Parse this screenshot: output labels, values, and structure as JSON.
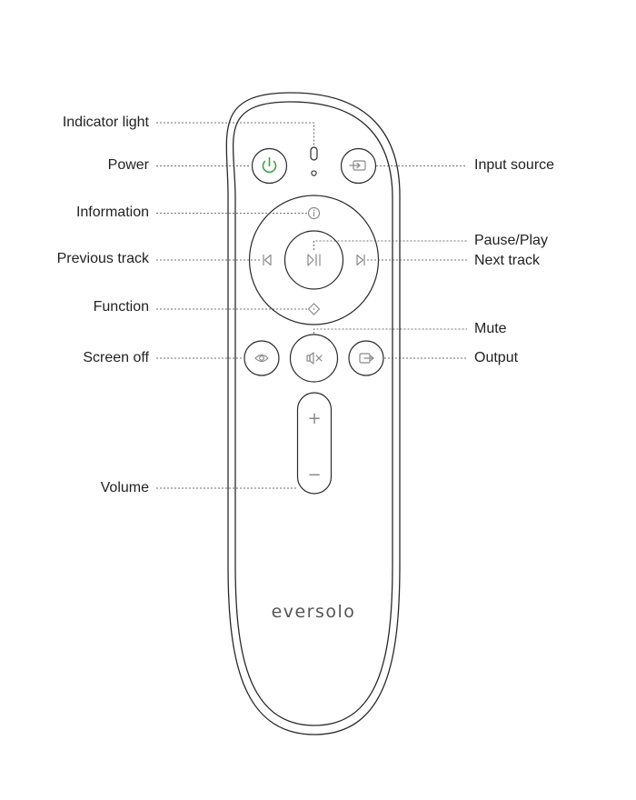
{
  "labels": {
    "indicator_light": "Indicator light",
    "power": "Power",
    "information": "Information",
    "previous_track": "Previous track",
    "function": "Function",
    "screen_off": "Screen off",
    "volume": "Volume",
    "input_source": "Input source",
    "pause_play": "Pause/Play",
    "next_track": "Next track",
    "mute": "Mute",
    "output": "Output"
  },
  "brand": {
    "logo_text": "eversolo"
  },
  "buttons": {
    "volume_up_symbol": "+",
    "volume_down_symbol": "−"
  },
  "colors": {
    "stroke": "#2a2a2a",
    "icon": "#8a8a8a",
    "power_icon": "#3aa53a",
    "leader": "#444444"
  },
  "icons": {
    "power": "power-icon",
    "input_source": "input-source-icon",
    "information": "info-icon",
    "previous_track": "skip-previous-icon",
    "next_track": "skip-next-icon",
    "pause_play": "play-pause-icon",
    "function": "diamond-icon",
    "screen_off": "eye-icon",
    "mute": "mute-icon",
    "output": "output-icon"
  }
}
